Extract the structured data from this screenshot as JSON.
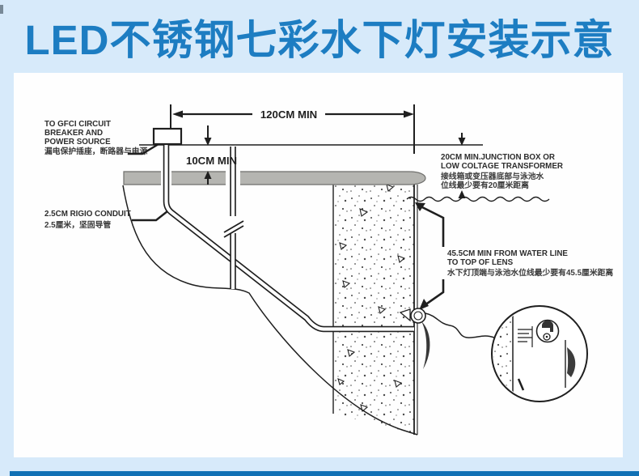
{
  "colors": {
    "page_bg": "#d7eafa",
    "title_blue": "#1d7dc2",
    "panel_bg": "#fefefe",
    "footer_bar_blue": "#1171b5",
    "deck_gray": "#b5b5b1",
    "ink": "#222222"
  },
  "header": {
    "title": "LED不锈钢七彩水下灯安装示意"
  },
  "diagram": {
    "dimensions": {
      "horizontal": "120CM MIN",
      "deck_clearance": "10CM MIN"
    },
    "labels": {
      "gfci_line1": "TO GFCI CIRCUIT",
      "gfci_line2": "BREAKER AND",
      "gfci_line3": "POWER SOURCE",
      "gfci_zh": "漏电保护插座，断路器与电源",
      "conduit_en": "2.5CM RIGIO CONDUIT",
      "conduit_zh": "2.5厘米，坚固导管",
      "junction_line1": "20CM MIN.JUNCTION BOX OR",
      "junction_line2": "LOW COLTAGE TRANSFORMER",
      "junction_zh1": "接线箱或变压器底部与泳池水",
      "junction_zh2": "位线最少要有20厘米距离",
      "lens_line1": "45.5CM MIN FROM WATER LINE",
      "lens_line2": "TO TOP OF LENS",
      "lens_zh": "水下灯顶端与泳池水位线最少要有45.5厘米距离"
    }
  }
}
